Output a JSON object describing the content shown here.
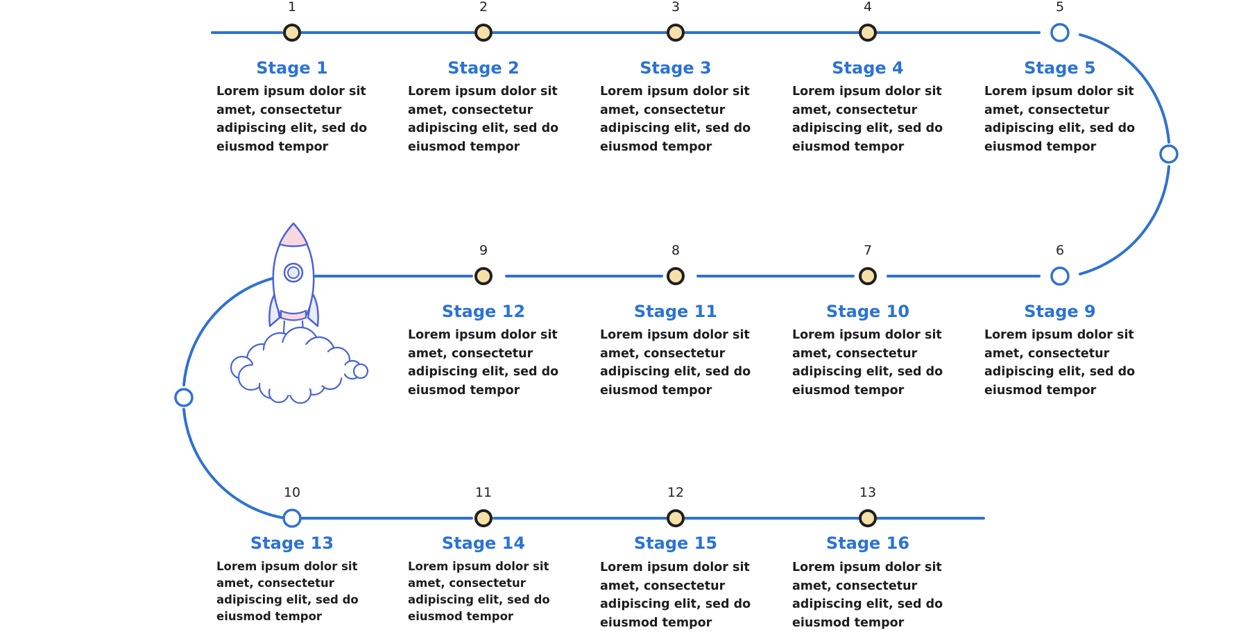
{
  "colors": {
    "line": "#2f72d0",
    "node_filled": "#f5e1a8",
    "node_stroke": "#1f1f1f",
    "title": "#2a73d6",
    "text": "#1d1d1d"
  },
  "stages": [
    {
      "num": "1",
      "title": "Stage 1",
      "lines": [
        "Lorem ipsum dolor sit",
        "amet, consectetur",
        "adipiscing elit, sed do",
        "eiusmod tempor"
      ],
      "node": "filled"
    },
    {
      "num": "2",
      "title": "Stage 2",
      "lines": [
        "Lorem ipsum dolor sit",
        "amet, consectetur",
        "adipiscing elit, sed do",
        "eiusmod tempor"
      ],
      "node": "filled"
    },
    {
      "num": "3",
      "title": "Stage 3",
      "lines": [
        "Lorem ipsum dolor sit",
        "amet, consectetur",
        "adipiscing elit, sed do",
        "eiusmod tempor"
      ],
      "node": "filled"
    },
    {
      "num": "4",
      "title": "Stage 4",
      "lines": [
        "Lorem ipsum dolor sit",
        "amet, consectetur",
        "adipiscing elit, sed do",
        "eiusmod tempor"
      ],
      "node": "filled"
    },
    {
      "num": "5",
      "title": "Stage 5",
      "lines": [
        "Lorem ipsum dolor sit",
        "amet, consectetur",
        "adipiscing elit, sed do",
        "eiusmod tempor"
      ],
      "node": "hollow"
    },
    {
      "num": "6",
      "title": "Stage 9",
      "lines": [
        "Lorem ipsum dolor sit",
        "amet, consectetur",
        "adipiscing elit, sed do",
        "eiusmod tempor"
      ],
      "node": "hollow"
    },
    {
      "num": "7",
      "title": "Stage 10",
      "lines": [
        "Lorem ipsum dolor sit",
        "amet, consectetur",
        "adipiscing elit, sed do",
        "eiusmod tempor"
      ],
      "node": "filled"
    },
    {
      "num": "8",
      "title": "Stage 11",
      "lines": [
        "Lorem ipsum dolor sit",
        "amet, consectetur",
        "adipiscing elit, sed do",
        "eiusmod tempor"
      ],
      "node": "filled"
    },
    {
      "num": "9",
      "title": "Stage 12",
      "lines": [
        "Lorem ipsum dolor sit",
        "amet, consectetur",
        "adipiscing elit, sed do",
        "eiusmod tempor"
      ],
      "node": "filled"
    },
    {
      "num": "10",
      "title": "Stage 13",
      "lines": [
        "Lorem ipsum dolor sit",
        "amet, consectetur",
        "adipiscing elit, sed do",
        "eiusmod tempor"
      ],
      "node": "hollow"
    },
    {
      "num": "11",
      "title": "Stage 14",
      "lines": [
        "Lorem ipsum dolor sit",
        "amet, consectetur",
        "adipiscing elit, sed do",
        "eiusmod tempor"
      ],
      "node": "filled"
    },
    {
      "num": "12",
      "title": "Stage 15",
      "lines": [
        "Lorem ipsum dolor sit",
        "amet, consectetur",
        "adipiscing elit, sed do",
        "eiusmod tempor"
      ],
      "node": "filled"
    },
    {
      "num": "13",
      "title": "Stage 16",
      "lines": [
        "Lorem ipsum dolor sit",
        "amet, consectetur",
        "adipiscing elit, sed do",
        "eiusmod tempor"
      ],
      "node": "filled"
    }
  ],
  "illustration": {
    "icon": "rocket-icon",
    "cloud_icon": "cloud-icon"
  }
}
